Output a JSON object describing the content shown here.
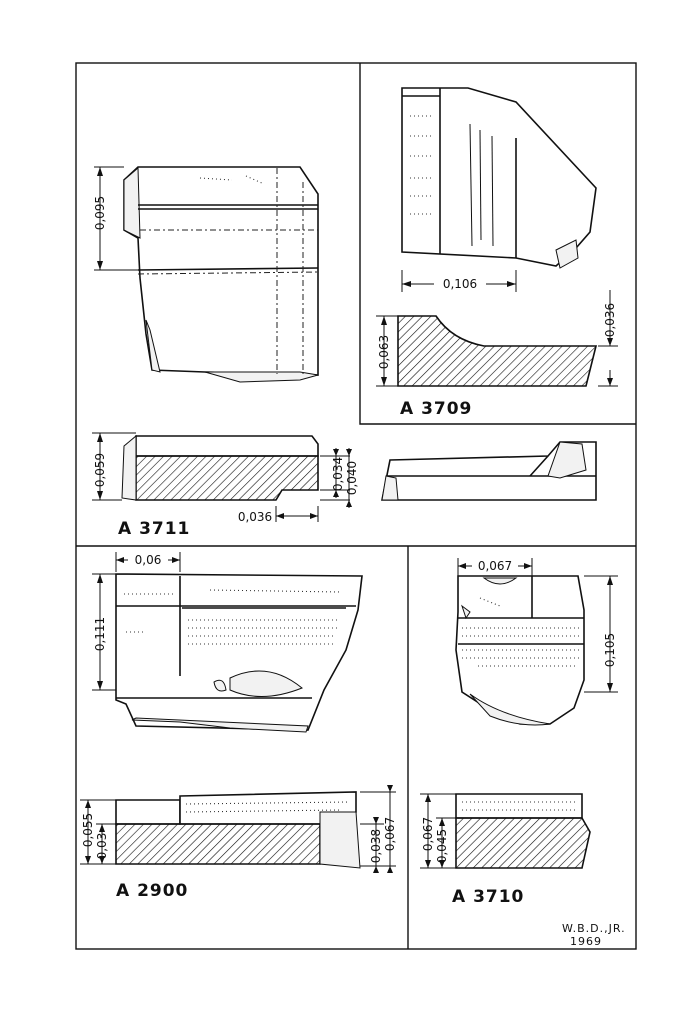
{
  "plate": {
    "signature": {
      "name": "W.B.D.,JR.",
      "year": "1969"
    }
  },
  "fragments": [
    {
      "id": "A3711",
      "label": "A 3711",
      "dimensions": {
        "height_profile": "0,095",
        "section_height": "0,059",
        "width_bottom": "0,036",
        "step_lower": "0,034",
        "step_upper": "0,040"
      }
    },
    {
      "id": "A3709",
      "label": "A 3709",
      "dimensions": {
        "width": "0,106",
        "section_height": "0,063",
        "section_right": "0,036"
      }
    },
    {
      "id": "A2900",
      "label": "A 2900",
      "dimensions": {
        "top_width": "0,06",
        "height": "0,111",
        "section_total": "0,055",
        "section_lower": "0,03",
        "right_inner": "0,038",
        "right_outer": "0,067"
      }
    },
    {
      "id": "A3710",
      "label": "A 3710",
      "dimensions": {
        "top_width": "0,067",
        "height": "0,105",
        "section_total": "0,067",
        "section_lower": "0,045"
      }
    }
  ]
}
